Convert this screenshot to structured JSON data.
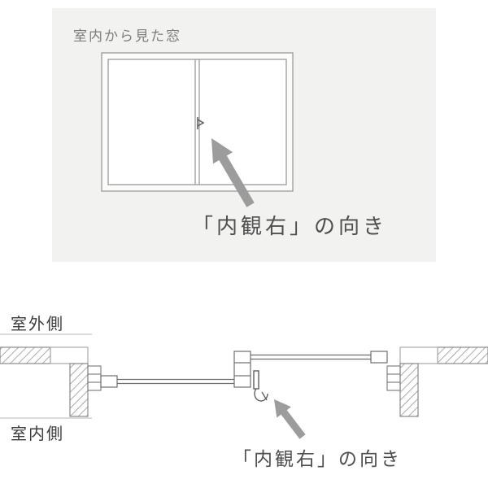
{
  "elevation": {
    "caption": "室内から見た窓",
    "direction_label": "「内観右」の向き"
  },
  "section": {
    "outdoor_label": "室外側",
    "indoor_label": "室内側",
    "direction_label": "「内観右」の向き"
  },
  "colors": {
    "panel_bg": "#f2f2f1",
    "frame_line": "#9a9a9a",
    "wall_line": "#8a8a8a",
    "sash_line": "#6e6e6e",
    "arrow": "#9c9c9c",
    "direction_text": "#4e4e4e",
    "caption_text": "#7d7d7d",
    "side_label_text": "#3c3c3c"
  }
}
